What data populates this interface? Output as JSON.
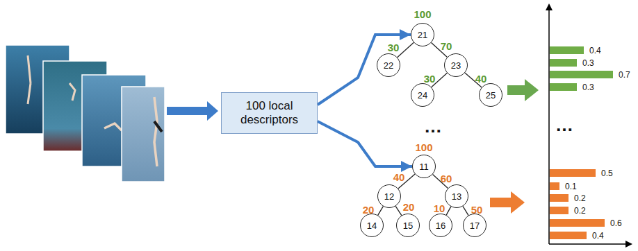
{
  "diagram": {
    "nodes": [
      {
        "text": [
          "100 local descriptors"
        ]
      },
      {
        "text": [
          "21"
        ]
      },
      {
        "text": [
          "22"
        ]
      },
      {
        "text": [
          "23"
        ]
      },
      {
        "text": [
          "24"
        ]
      },
      {
        "text": [
          "25"
        ]
      },
      {
        "text": [
          "11"
        ]
      },
      {
        "text": [
          "12"
        ]
      },
      {
        "text": [
          "13"
        ]
      },
      {
        "text": [
          "14"
        ]
      },
      {
        "text": [
          "15"
        ]
      },
      {
        "text": [
          "16"
        ]
      },
      {
        "text": [
          "17"
        ]
      }
    ],
    "edges": [
      {
        "from": 0,
        "to": 1,
        "arrow": "to"
      },
      {
        "from": 0,
        "to": 6,
        "arrow": "to"
      },
      {
        "from": 1,
        "to": 2,
        "label": "30",
        "arrow": "none"
      },
      {
        "from": 1,
        "to": 3,
        "label": "70",
        "arrow": "none"
      },
      {
        "from": 3,
        "to": 4,
        "label": "30",
        "arrow": "none"
      },
      {
        "from": 3,
        "to": 5,
        "label": "40",
        "arrow": "none"
      },
      {
        "from": 6,
        "to": 7,
        "label": "40",
        "arrow": "none"
      },
      {
        "from": 6,
        "to": 8,
        "label": "60",
        "arrow": "none"
      },
      {
        "from": 7,
        "to": 9,
        "label": "20",
        "arrow": "none"
      },
      {
        "from": 7,
        "to": 10,
        "label": "20",
        "arrow": "none"
      },
      {
        "from": 8,
        "to": 11,
        "label": "10",
        "arrow": "none"
      },
      {
        "from": 8,
        "to": 12,
        "label": "50",
        "arrow": "none"
      }
    ],
    "labels": [
      "100",
      "100",
      "…",
      "…",
      "0.4",
      "0.3",
      "0.7",
      "0.3",
      "0.5",
      "0.1",
      "0.2",
      "0.2",
      "0.6",
      "0.4"
    ]
  }
}
